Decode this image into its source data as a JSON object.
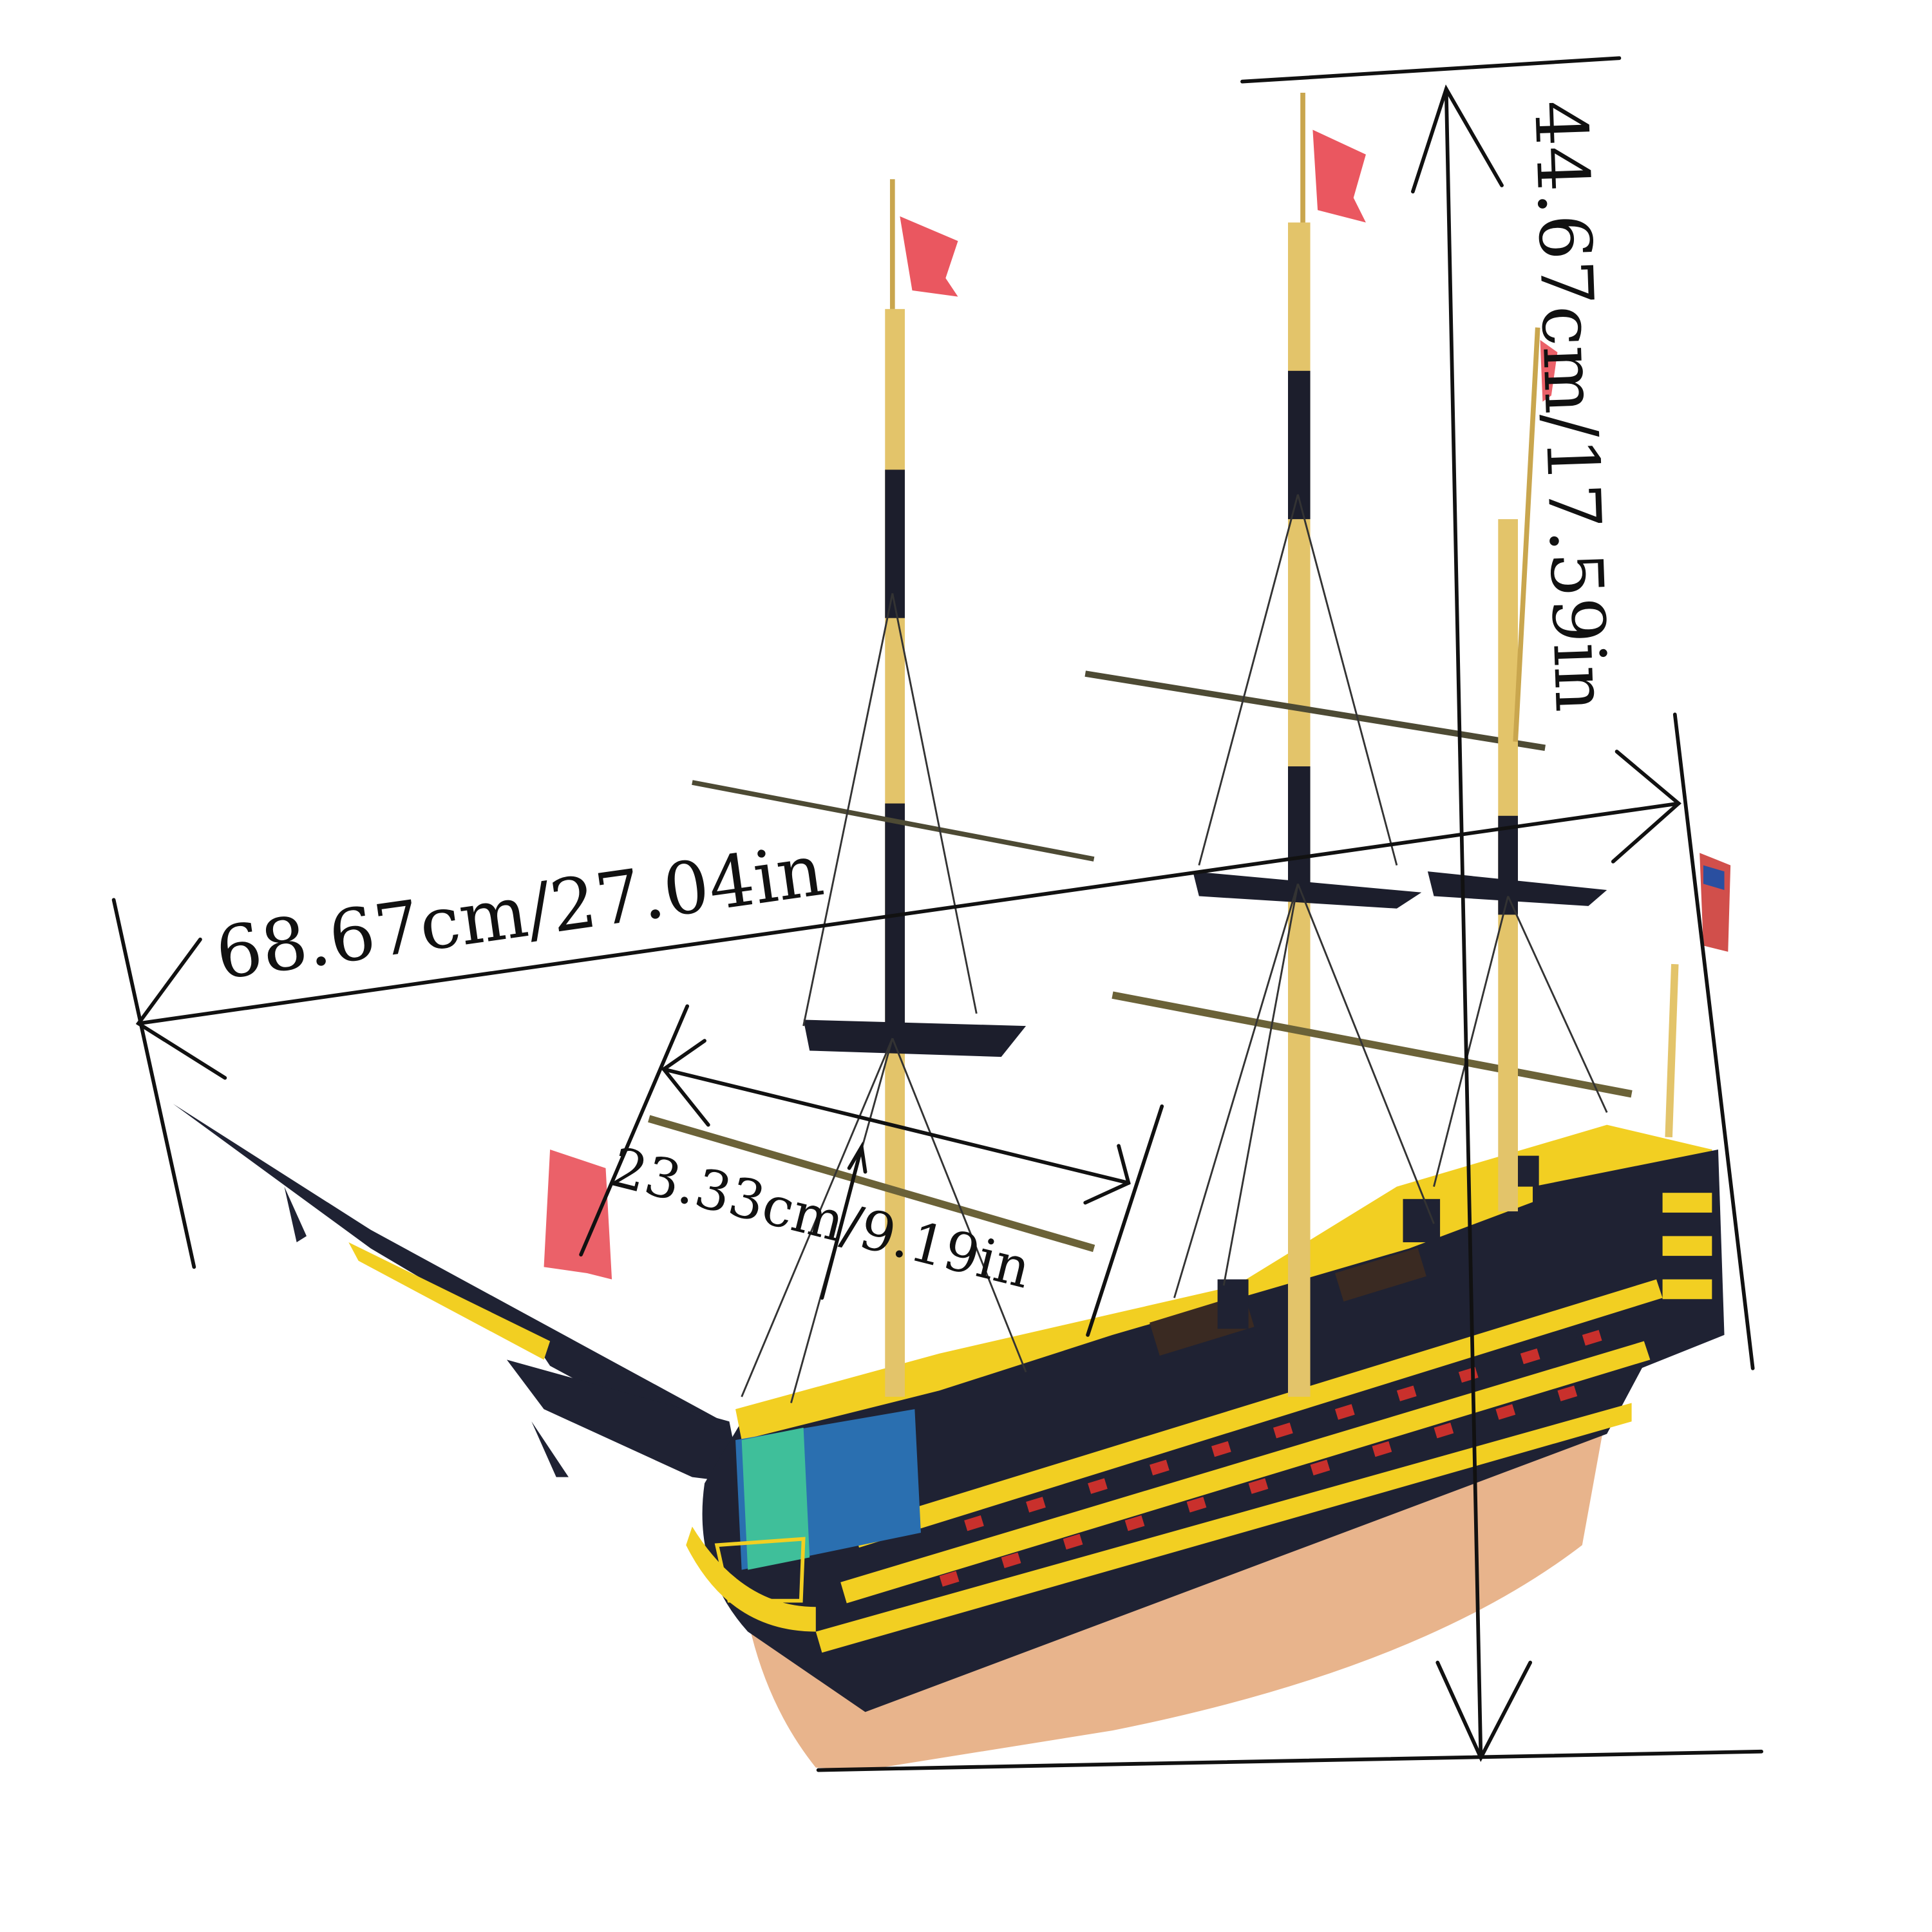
{
  "product": {
    "name": "",
    "colors": {
      "hull_black": "#1f2233",
      "hull_yellow": "#f2cf22",
      "gunport_red": "#c9302c",
      "lower_hull": "#e8b48c",
      "mast_wood": "#e3c46a",
      "mast_dark": "#1c1e2c",
      "flag_red": "#e8454f",
      "dimension_line": "#111111"
    }
  },
  "dimensions": {
    "length": "68.67cm/27.04in",
    "height": "44.67cm/17.59in",
    "width": "23.33cm/9.19in"
  }
}
